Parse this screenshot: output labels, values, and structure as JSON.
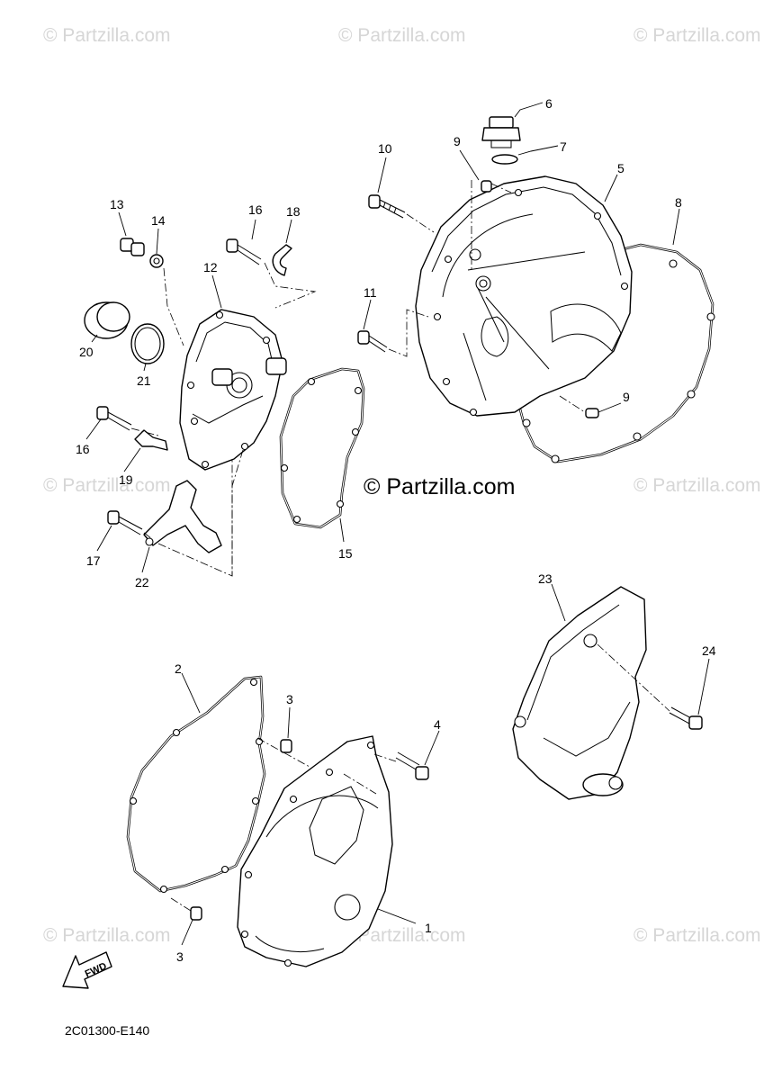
{
  "watermark": {
    "text": "© Partzilla.com",
    "center_text": "© Partzilla.com",
    "color": "#d6d6d6"
  },
  "diagram_code": "2C01300-E140",
  "fwd_label": "FWD",
  "callouts": {
    "c1": "1",
    "c2": "2",
    "c3a": "3",
    "c3b": "3",
    "c4": "4",
    "c5": "5",
    "c6": "6",
    "c7": "7",
    "c8": "8",
    "c9a": "9",
    "c9b": "9",
    "c10": "10",
    "c11": "11",
    "c12": "12",
    "c13": "13",
    "c14": "14",
    "c15": "15",
    "c16a": "16",
    "c16b": "16",
    "c17": "17",
    "c18": "18",
    "c19": "19",
    "c20": "20",
    "c21": "21",
    "c22": "22",
    "c23": "23",
    "c24": "24"
  }
}
